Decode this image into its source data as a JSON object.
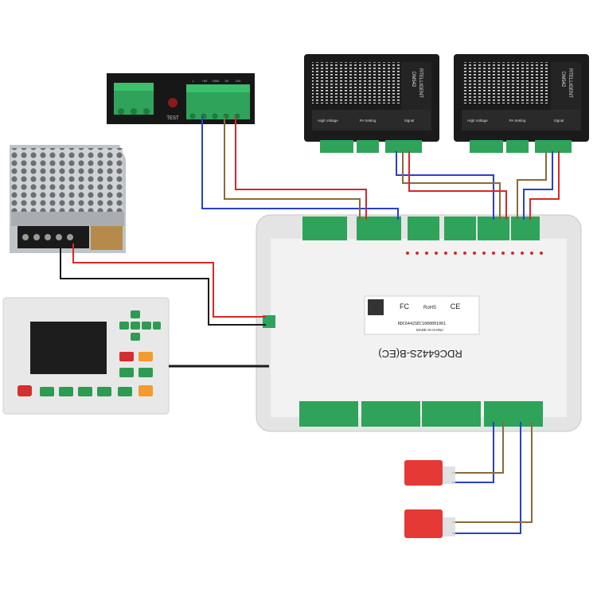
{
  "psu_panel": {
    "test_label": "TEST",
    "terminal_labels": [
      "L",
      "+5V",
      "GND",
      "5V",
      "24V"
    ]
  },
  "drivers": [
    {
      "brand": "RTELLIGENT",
      "model": "DM542",
      "sections": [
        "High Voltage",
        "PA Setting",
        "Signal"
      ]
    },
    {
      "brand": "RTELLIGENT",
      "model": "DM542",
      "sections": [
        "High Voltage",
        "PA Setting",
        "Signal"
      ]
    }
  ],
  "controller": {
    "model": "RDC6442S-B(EC)",
    "serial": "RDC6442SEC1000001061",
    "made_in": "MADE IN CHINA",
    "rohs": "RoHS",
    "ce": "CE",
    "fc": "FC"
  },
  "colors": {
    "wire_red": "#d62828",
    "wire_blue": "#2b3fcf",
    "wire_brown": "#8a6a3a",
    "wire_black": "#1a1a1a",
    "terminal_green": "#2fa35a",
    "limit_switch_red": "#e53935"
  }
}
